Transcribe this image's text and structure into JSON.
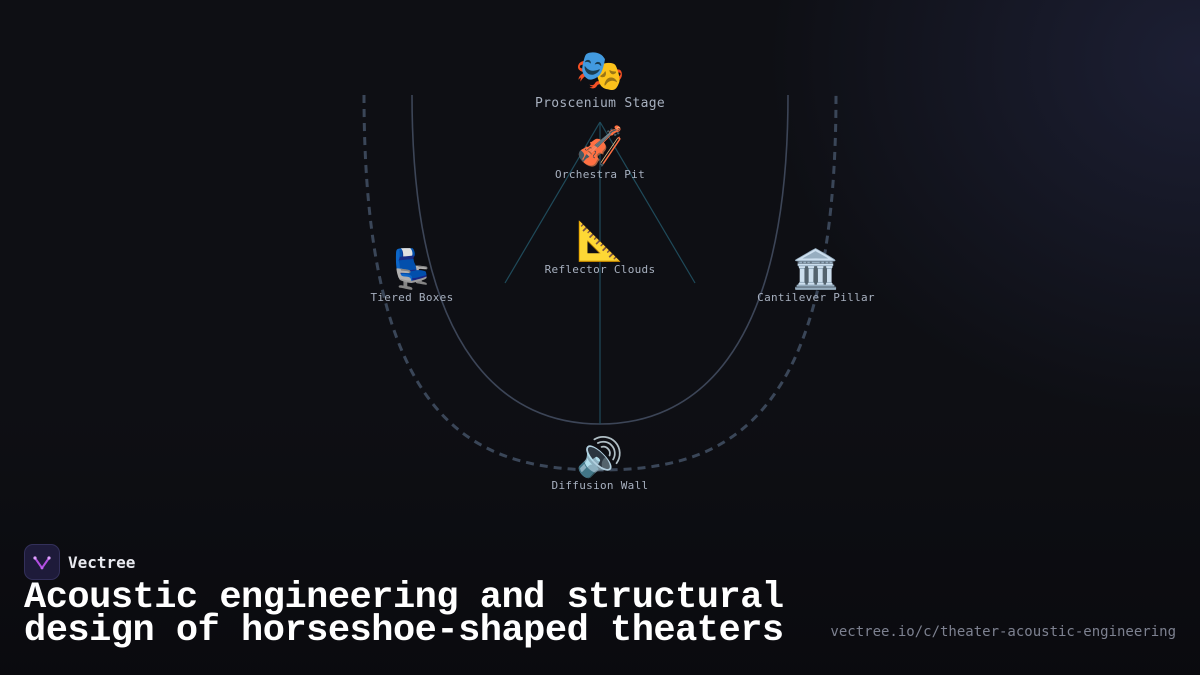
{
  "brand": {
    "name": "Vectree",
    "icon": "vectree-logo-icon"
  },
  "title": "Acoustic engineering and structural design of horseshoe-shaped theaters",
  "url": "vectree.io/c/theater-acoustic-engineering",
  "diagram": {
    "nodes": [
      {
        "id": "stage",
        "icon": "🎭",
        "icon_name": "performing-arts-icon",
        "label": "Proscenium Stage"
      },
      {
        "id": "pit",
        "icon": "🎻",
        "icon_name": "violin-icon",
        "label": "Orchestra Pit"
      },
      {
        "id": "clouds",
        "icon": "📐",
        "icon_name": "triangular-ruler-icon",
        "label": "Reflector Clouds"
      },
      {
        "id": "boxes",
        "icon": "💺",
        "icon_name": "seat-icon",
        "label": "Tiered Boxes"
      },
      {
        "id": "pillar",
        "icon": "🏛️",
        "icon_name": "classical-building-icon",
        "label": "Cantilever Pillar"
      },
      {
        "id": "wall",
        "icon": "🔊",
        "icon_name": "speaker-icon",
        "label": "Diffusion Wall"
      }
    ]
  },
  "colors": {
    "background": "#0e0f14",
    "inner_curve": "#3c4557",
    "outer_curve_dashed": "#3a4658",
    "sight_lines": "#1f4a5a",
    "label": "#a7b0bf",
    "title": "#ffffff",
    "url": "#7d8190"
  }
}
